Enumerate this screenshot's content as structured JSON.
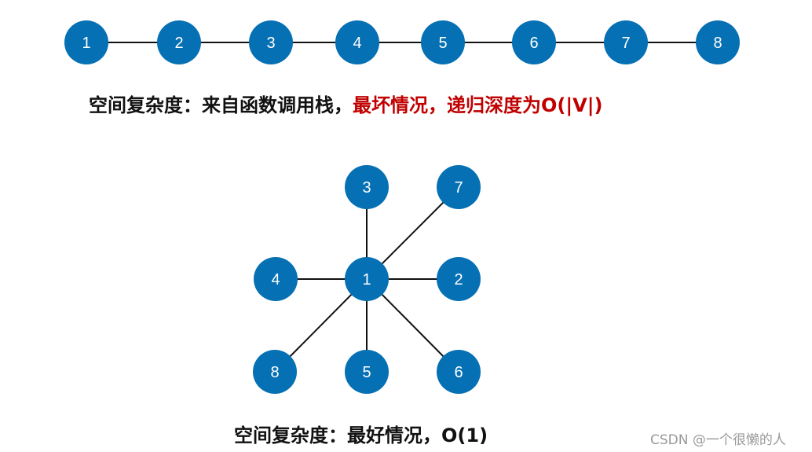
{
  "colors": {
    "node_fill": "#0670b4",
    "node_text": "#ffffff",
    "edge": "#111111",
    "highlight": "#c00000"
  },
  "graph_path": {
    "nodes": [
      "1",
      "2",
      "3",
      "4",
      "5",
      "6",
      "7",
      "8"
    ],
    "edges": [
      [
        "1",
        "2"
      ],
      [
        "2",
        "3"
      ],
      [
        "3",
        "4"
      ],
      [
        "4",
        "5"
      ],
      [
        "5",
        "6"
      ],
      [
        "6",
        "7"
      ],
      [
        "7",
        "8"
      ]
    ]
  },
  "graph_star": {
    "center": "1",
    "nodes": [
      "1",
      "2",
      "3",
      "4",
      "5",
      "6",
      "7",
      "8"
    ],
    "edges": [
      [
        "1",
        "2"
      ],
      [
        "1",
        "3"
      ],
      [
        "1",
        "4"
      ],
      [
        "1",
        "5"
      ],
      [
        "1",
        "6"
      ],
      [
        "1",
        "7"
      ],
      [
        "1",
        "8"
      ]
    ]
  },
  "caption_worst": {
    "prefix": "空间复杂度：来自函数调用栈，",
    "highlight": "最坏情况，递归深度为",
    "formula": "O(|V|)"
  },
  "caption_best": "空间复杂度：最好情况，O(1)",
  "watermark": "CSDN @一个很懒的人"
}
